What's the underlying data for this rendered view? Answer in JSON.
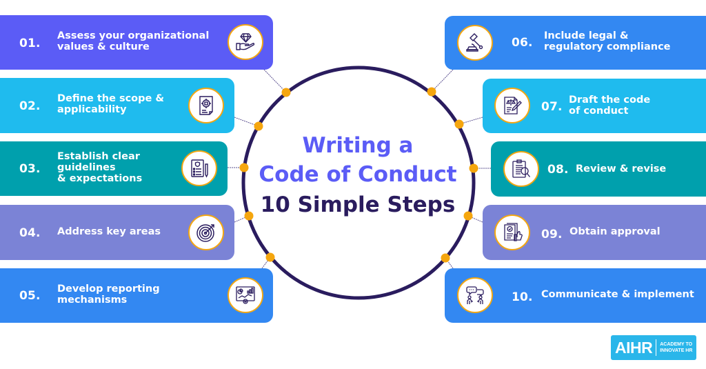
{
  "title": {
    "line1": "Writing a",
    "line2": "Code of Conduct",
    "line3": "10 Simple Steps"
  },
  "colors": {
    "title_accent": "#5b5cf6",
    "title_dark": "#2a1c5e",
    "ring": "#2a1c5e",
    "dot": "#f5a60e",
    "icon_border": "#f3a712",
    "violet": "#5b5cf6",
    "sky": "#1fbbee",
    "teal": "#00a0ad",
    "lavender": "#7b83d6",
    "blue": "#3388f2"
  },
  "steps": [
    {
      "number": "01.",
      "label": "Assess your organizational\nvalues & culture",
      "icon": "diamond-in-hand-icon",
      "color": "#5b5cf6"
    },
    {
      "number": "02.",
      "label": "Define the scope &\napplicability",
      "icon": "target-document-icon",
      "color": "#1fbbee"
    },
    {
      "number": "03.",
      "label": "Establish clear\nguidelines\n& expectations",
      "icon": "checklist-pen-icon",
      "color": "#00a0ad"
    },
    {
      "number": "04.",
      "label": "Address key areas",
      "icon": "bullseye-icon",
      "color": "#7b83d6"
    },
    {
      "number": "05.",
      "label": "Develop reporting\nmechanisms",
      "icon": "analytics-board-icon",
      "color": "#3388f2"
    },
    {
      "number": "06.",
      "label": "Include legal &\nregulatory compliance",
      "icon": "gavel-icon",
      "color": "#3388f2"
    },
    {
      "number": "07.",
      "label": "Draft the code\nof conduct",
      "icon": "signing-document-icon",
      "color": "#1fbbee"
    },
    {
      "number": "08.",
      "label": "Review & revise",
      "icon": "clipboard-magnifier-icon",
      "color": "#00a0ad"
    },
    {
      "number": "09.",
      "label": "Obtain approval",
      "icon": "approved-document-thumbs-up-icon",
      "color": "#7b83d6"
    },
    {
      "number": "10.",
      "label": "Communicate & implement",
      "icon": "people-conversation-icon",
      "color": "#3388f2"
    }
  ],
  "logo": {
    "mark": "AIHR",
    "tagline": "ACADEMY TO\nINNOVATE HR"
  }
}
